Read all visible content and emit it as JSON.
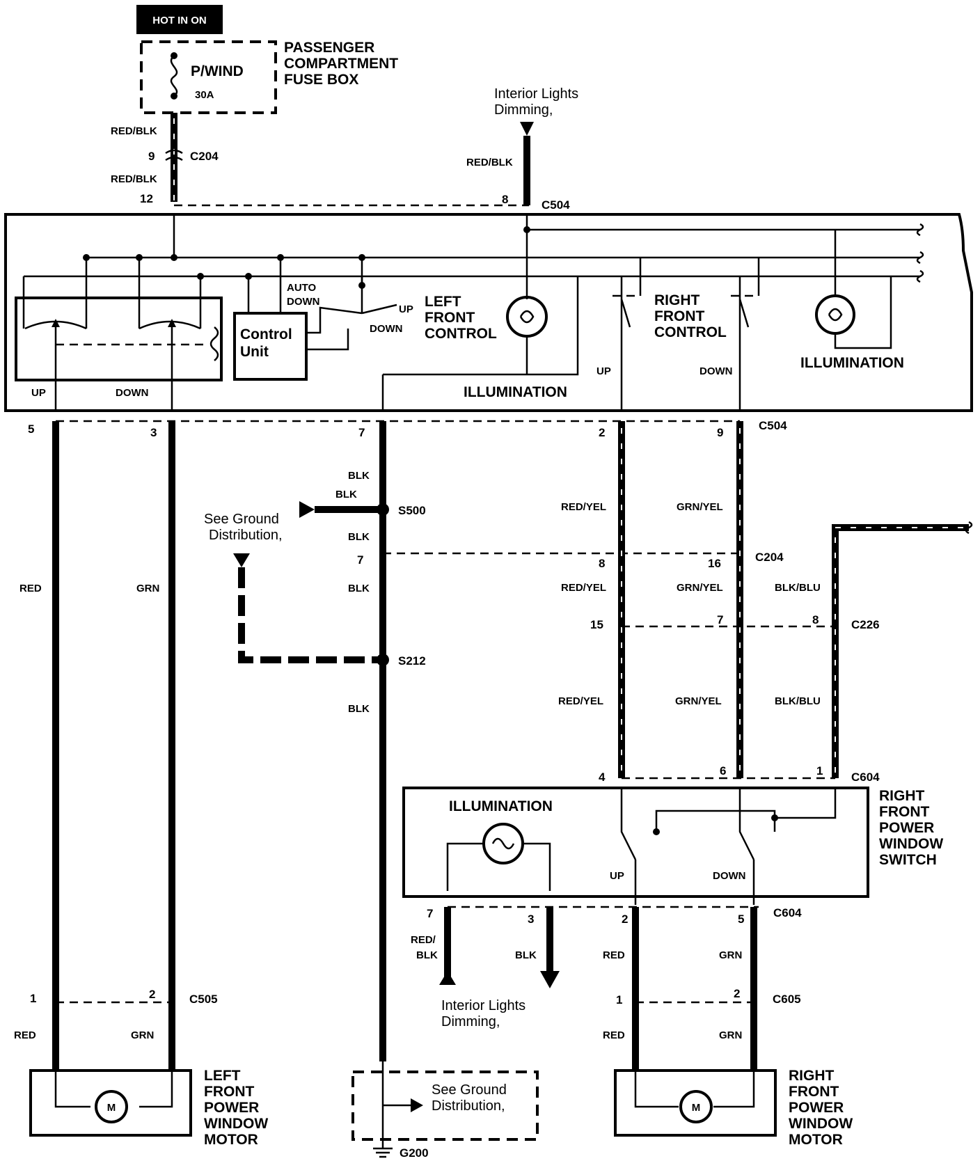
{
  "header": {
    "hot_label": "HOT IN ON"
  },
  "fuse_box": {
    "fuse_name": "P/WIND",
    "rating": "30A",
    "title_lines": [
      "PASSENGER",
      "COMPARTMENT",
      "FUSE BOX"
    ]
  },
  "wires": {
    "red_blk": "RED/BLK",
    "red_blk_split": [
      "RED/",
      "BLK"
    ],
    "red": "RED",
    "grn": "GRN",
    "blk": "BLK",
    "red_yel": "RED/YEL",
    "grn_yel": "GRN/YEL",
    "blk_blu": "BLK/BLU"
  },
  "connectors": {
    "c204": "C204",
    "c504": "C504",
    "c226": "C226",
    "c604": "C604",
    "c605": "C605",
    "c505": "C505",
    "s500": "S500",
    "s212": "S212",
    "g200": "G200"
  },
  "pins": {
    "p9": "9",
    "p12": "12",
    "p8": "8",
    "p5": "5",
    "p3": "3",
    "p7": "7",
    "p2": "2",
    "p16": "16",
    "p15": "15",
    "p4": "4",
    "p6": "6",
    "p1": "1"
  },
  "notes": {
    "interior_lights": [
      "Interior Lights",
      "Dimming,"
    ],
    "see_ground": [
      "See Ground",
      "Distribution,"
    ]
  },
  "master_switch": {
    "auto_down": [
      "AUTO",
      "DOWN"
    ],
    "up": "UP",
    "down": "DOWN",
    "down_caps": "DOWN",
    "control_unit": [
      "Control",
      "Unit"
    ],
    "left_front_control": [
      "LEFT",
      "FRONT",
      "CONTROL"
    ],
    "right_front_control": [
      "RIGHT",
      "FRONT",
      "CONTROL"
    ],
    "illumination": "ILLUMINATION"
  },
  "rf_switch": {
    "illumination": "ILLUMINATION",
    "up": "UP",
    "down": "DOWN",
    "title_lines": [
      "RIGHT",
      "FRONT",
      "POWER",
      "WINDOW",
      "SWITCH"
    ]
  },
  "motors": {
    "symbol": "M",
    "left_title": [
      "LEFT",
      "FRONT",
      "POWER",
      "WINDOW",
      "MOTOR"
    ],
    "right_title": [
      "RIGHT",
      "FRONT",
      "POWER",
      "WINDOW",
      "MOTOR"
    ]
  }
}
